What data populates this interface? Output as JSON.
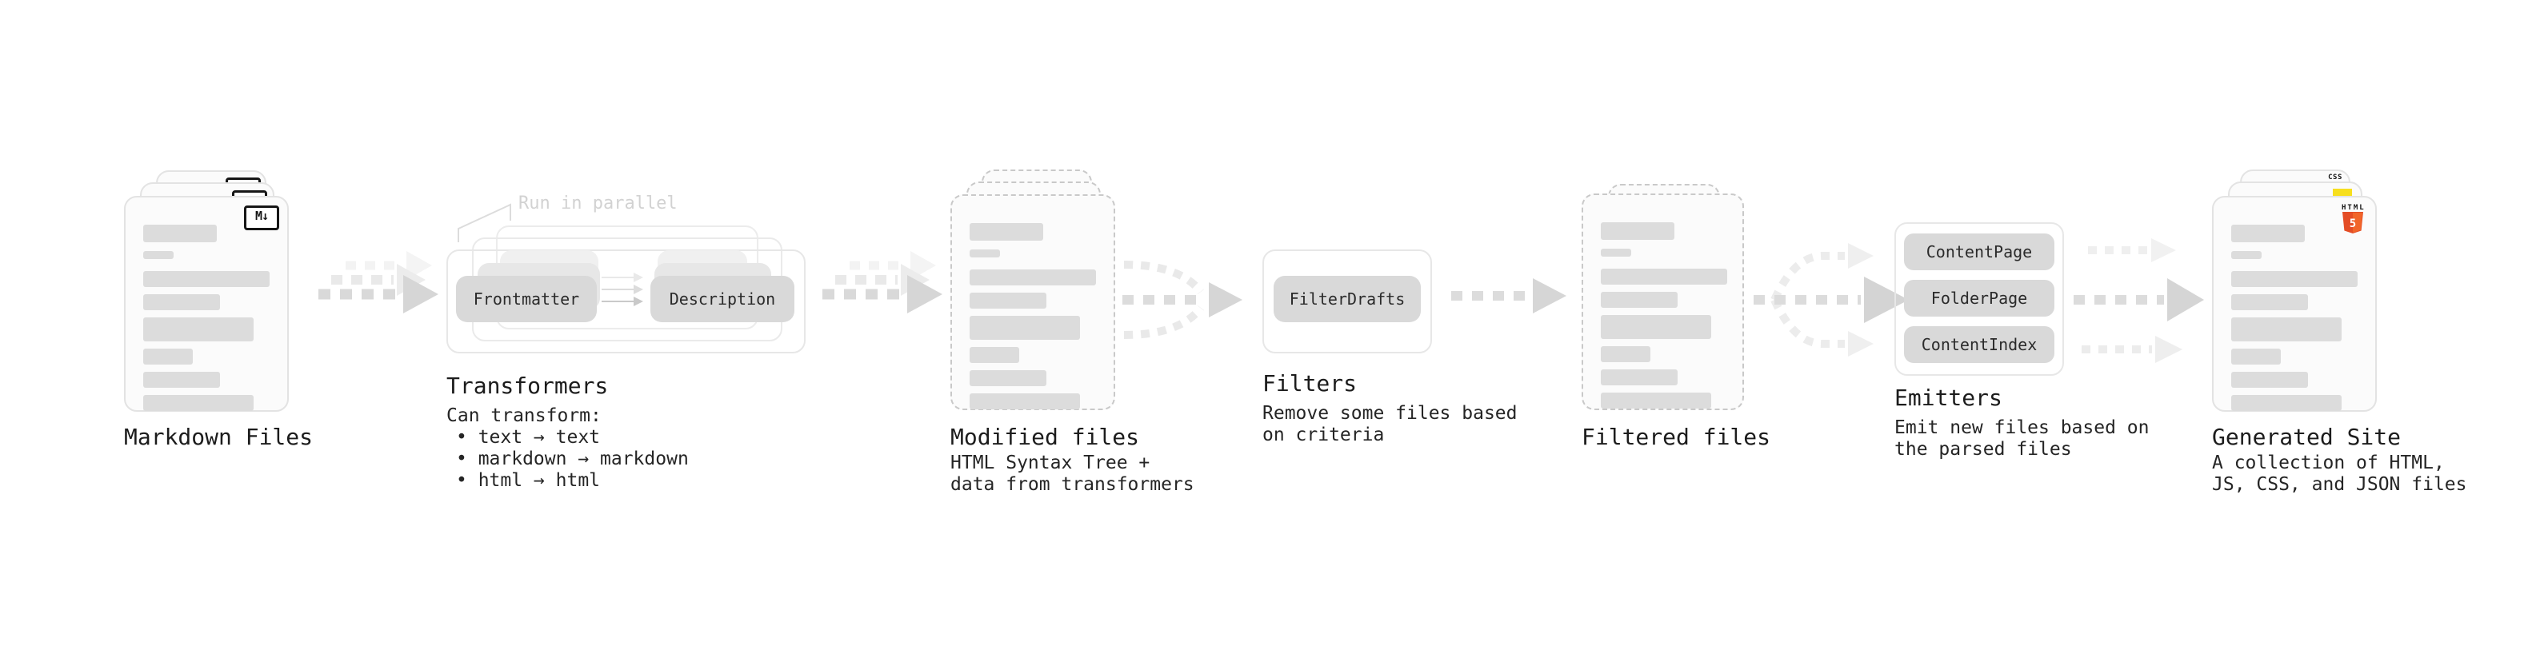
{
  "diagram": {
    "stages": [
      {
        "id": "markdown-files",
        "label": "Markdown Files"
      },
      {
        "id": "transformers",
        "label": "Transformers",
        "annotation": "Run in parallel",
        "intro": "Can transform:",
        "bullets": [
          "• text → text",
          "• markdown → markdown",
          "• html → html"
        ],
        "pills": [
          "Frontmatter",
          "Description"
        ]
      },
      {
        "id": "modified-files",
        "label": "Modified files",
        "subtitle": [
          "HTML Syntax Tree +",
          "data from transformers"
        ]
      },
      {
        "id": "filters",
        "label": "Filters",
        "subtitle": [
          "Remove some files based",
          "on criteria"
        ],
        "pills": [
          "FilterDrafts"
        ]
      },
      {
        "id": "filtered-files",
        "label": "Filtered files"
      },
      {
        "id": "emitters",
        "label": "Emitters",
        "subtitle": [
          "Emit new files based on",
          "the parsed files"
        ],
        "pills": [
          "ContentPage",
          "FolderPage",
          "ContentIndex"
        ]
      },
      {
        "id": "generated-site",
        "label": "Generated Site",
        "subtitle": [
          "A collection of HTML,",
          "JS, CSS, and JSON files"
        ]
      }
    ],
    "icons": {
      "markdown": "M↓",
      "html5_text": "HTML",
      "html5_digit": "5",
      "css_text": "CSS"
    },
    "colors": {
      "bar": "#dcdcdc",
      "pill": "#d9d9d9",
      "arrow_main": "#d9d9d9",
      "arrow_ghost": "#ebebeb",
      "html5_orange": "#e44d26",
      "js_yellow": "#f7df1e",
      "css_blue": "#2962ff",
      "text": "#1c1c1c",
      "annotation_gray": "#d2d2d2"
    }
  }
}
